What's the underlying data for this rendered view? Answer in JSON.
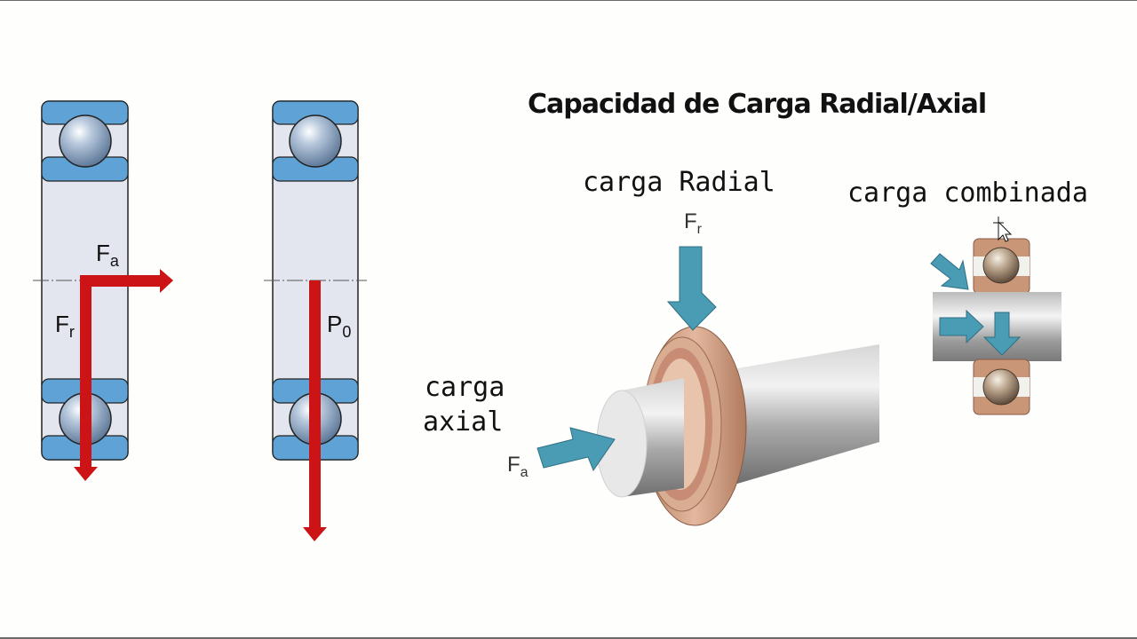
{
  "slide": {
    "title": "Capacidad de Carga Radial/Axial",
    "colors": {
      "bearing_blue": "#5fa2d6",
      "bearing_body": "#e4e6ef",
      "force_arrow_red": "#cc1416",
      "teal_arrow": "#4a9cb5",
      "bronze_ring": "#c99677",
      "background": "#fefefd"
    }
  },
  "left_diagrams": [
    {
      "id": "bearing-combined",
      "labels": {
        "axial_force": "F",
        "axial_sub": "a",
        "radial_force": "F",
        "radial_sub": "r"
      }
    },
    {
      "id": "bearing-equivalent",
      "labels": {
        "equivalent_load": "P",
        "equivalent_sub": "0"
      }
    }
  ],
  "right_illustration": {
    "radial_label": "carga Radial",
    "radial_force": "F",
    "radial_sub": "r",
    "axial_label_line1": "carga",
    "axial_label_line2": "axial",
    "axial_force": "F",
    "axial_sub": "a",
    "combined_label": "carga combinada"
  }
}
